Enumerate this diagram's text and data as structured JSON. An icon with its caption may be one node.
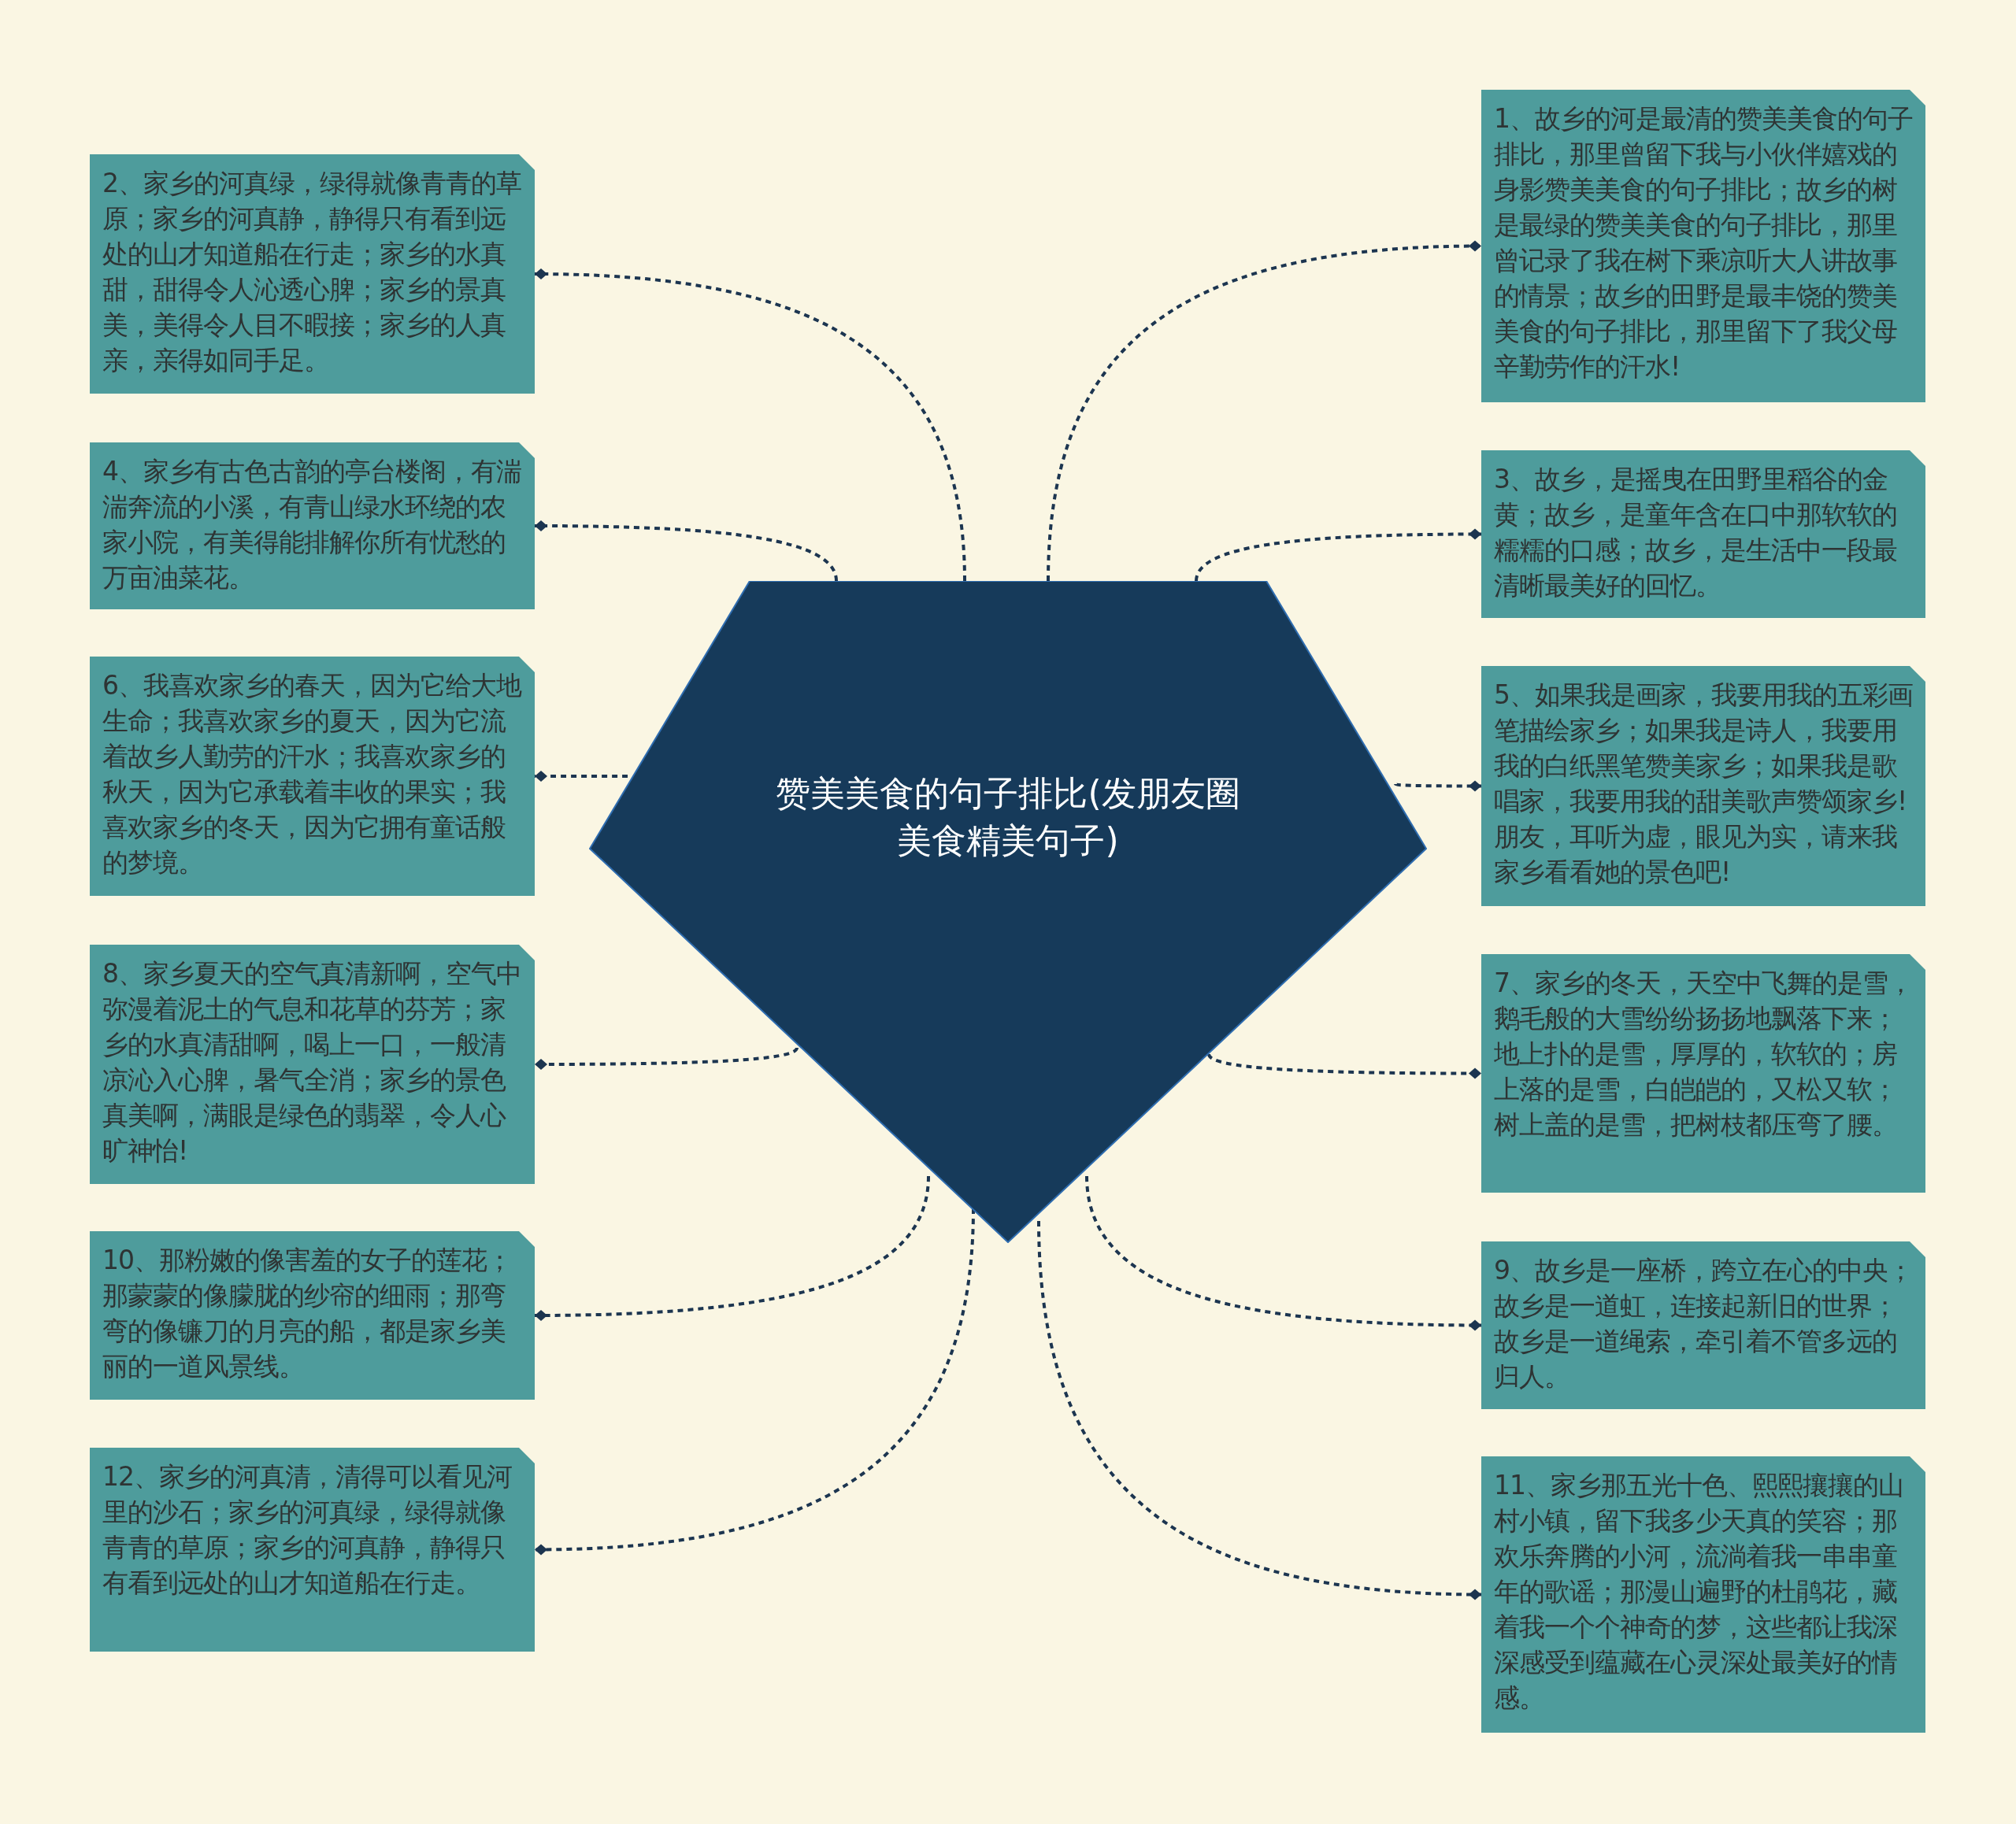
{
  "diagram": {
    "nodes": [
      {
        "text": [
          "赞美美食的句子排比(发朋友圈美食精美句子)"
        ]
      },
      {
        "text": [
          "1、故乡的河是最清的赞美美食的句子排比，那里曾留下我与小伙伴嬉戏的身影赞美美食的句子排比；故乡的树是最绿的赞美美食的句子排比，那里曾记录了我在树下乘凉听大人讲故事的情景；故乡的田野是最丰饶的赞美美食的句子排比，那里留下了我父母辛勤劳作的汗水!"
        ]
      },
      {
        "text": [
          "2、家乡的河真绿，绿得就像青青的草原；家乡的河真静，静得只有看到远处的山才知道船在行走；家乡的水真甜，甜得令人沁透心脾；家乡的景真美，美得令人目不暇接；家乡的人真亲，亲得如同手足。"
        ]
      },
      {
        "text": [
          "3、故乡，是摇曳在田野里稻谷的金黄；故乡，是童年含在口中那软软的糯糯的口感；故乡，是生活中一段最清晰最美好的回忆。"
        ]
      },
      {
        "text": [
          "4、家乡有古色古韵的亭台楼阁，有湍湍奔流的小溪，有青山绿水环绕的农家小院，有美得能排解你所有忧愁的万亩油菜花。"
        ]
      },
      {
        "text": [
          "5、如果我是画家，我要用我的五彩画笔描绘家乡；如果我是诗人，我要用我的白纸黑笔赞美家乡；如果我是歌唱家，我要用我的甜美歌声赞颂家乡!朋友，耳听为虚，眼见为实，请来我家乡看看她的景色吧!"
        ]
      },
      {
        "text": [
          "6、我喜欢家乡的春天，因为它给大地生命；我喜欢家乡的夏天，因为它流着故乡人勤劳的汗水；我喜欢家乡的秋天，因为它承载着丰收的果实；我喜欢家乡的冬天，因为它拥有童话般的梦境。"
        ]
      },
      {
        "text": [
          "7、家乡的冬天，天空中飞舞的是雪，鹅毛般的大雪纷纷扬扬地飘落下来；地上扑的是雪，厚厚的，软软的；房上落的是雪，白皑皑的，又松又软；树上盖的是雪，把树枝都压弯了腰。"
        ]
      },
      {
        "text": [
          "8、家乡夏天的空气真清新啊，空气中弥漫着泥土的气息和花草的芬芳；家乡的水真清甜啊，喝上一口，一般清凉沁入心脾，暑气全消；家乡的景色真美啊，满眼是绿色的翡翠，令人心旷神怡!"
        ]
      },
      {
        "text": [
          "9、故乡是一座桥，跨立在心的中央；故乡是一道虹，连接起新旧的世界；故乡是一道绳索，牵引着不管多远的归人。"
        ]
      },
      {
        "text": [
          "10、那粉嫩的像害羞的女子的莲花；那蒙蒙的像朦胧的纱帘的细雨；那弯弯的像镰刀的月亮的船，都是家乡美丽的一道风景线。"
        ]
      },
      {
        "text": [
          "11、家乡那五光十色、熙熙攘攘的山村小镇，留下我多少天真的笑容；那欢乐奔腾的小河，流淌着我一串串童年的歌谣；那漫山遍野的杜鹃花，藏着我一个个神奇的梦，这些都让我深深感受到蕴藏在心灵深处最美好的情感。"
        ]
      },
      {
        "text": [
          "12、家乡的河真清，清得可以看见河里的沙石；家乡的河真绿，绿得就像青青的草原；家乡的河真静，静得只有看到远处的山才知道船在行走。"
        ]
      }
    ],
    "edges": [
      {
        "from": 0,
        "to": 1,
        "arrow": "other",
        "style": "dashed"
      },
      {
        "from": 0,
        "to": 2,
        "arrow": "other",
        "style": "dashed"
      },
      {
        "from": 0,
        "to": 3,
        "arrow": "other",
        "style": "dashed"
      },
      {
        "from": 0,
        "to": 4,
        "arrow": "other",
        "style": "dashed"
      },
      {
        "from": 0,
        "to": 5,
        "arrow": "other",
        "style": "dashed"
      },
      {
        "from": 0,
        "to": 6,
        "arrow": "other",
        "style": "dashed"
      },
      {
        "from": 0,
        "to": 7,
        "arrow": "other",
        "style": "dashed"
      },
      {
        "from": 0,
        "to": 8,
        "arrow": "other",
        "style": "dashed"
      },
      {
        "from": 0,
        "to": 9,
        "arrow": "other",
        "style": "dashed"
      },
      {
        "from": 0,
        "to": 10,
        "arrow": "other",
        "style": "dashed"
      },
      {
        "from": 0,
        "to": 11,
        "arrow": "other",
        "style": "dashed"
      },
      {
        "from": 0,
        "to": 12,
        "arrow": "other",
        "style": "dashed"
      }
    ]
  }
}
